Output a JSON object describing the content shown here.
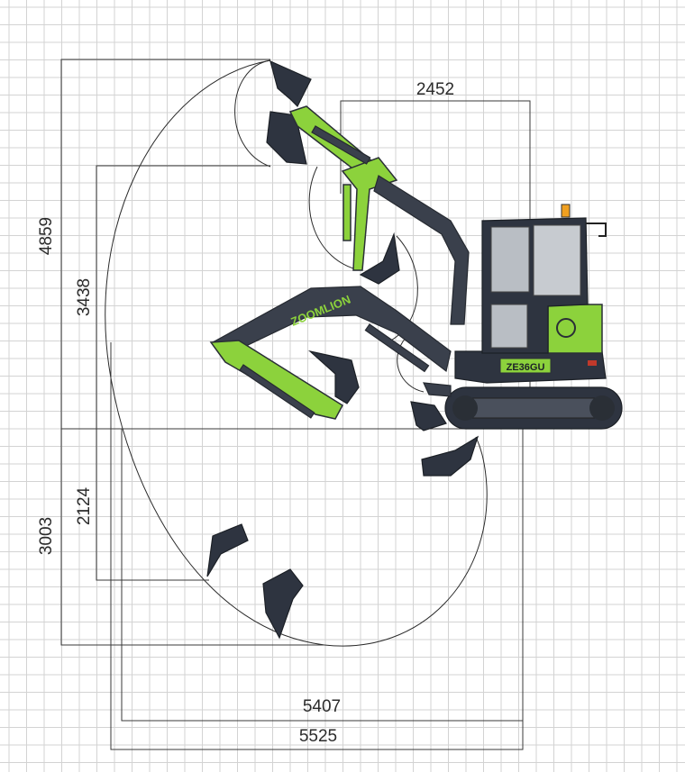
{
  "diagram": {
    "dimensions": {
      "max_dig_height": "4859",
      "max_dump_height": "3438",
      "min_swing_radius": "2452",
      "max_dig_depth": "3003",
      "max_vertical_wall_depth": "2124",
      "max_dig_reach_ground": "5407",
      "max_dig_reach": "5525"
    },
    "machine": {
      "brand_label": "ZOOMLION",
      "model_label": "ZE36GU"
    },
    "colors": {
      "grid": "#d3d3d3",
      "boom_green": "#8cd23c",
      "machine_dark": "#3a404c",
      "line": "#2b2b2b"
    }
  }
}
